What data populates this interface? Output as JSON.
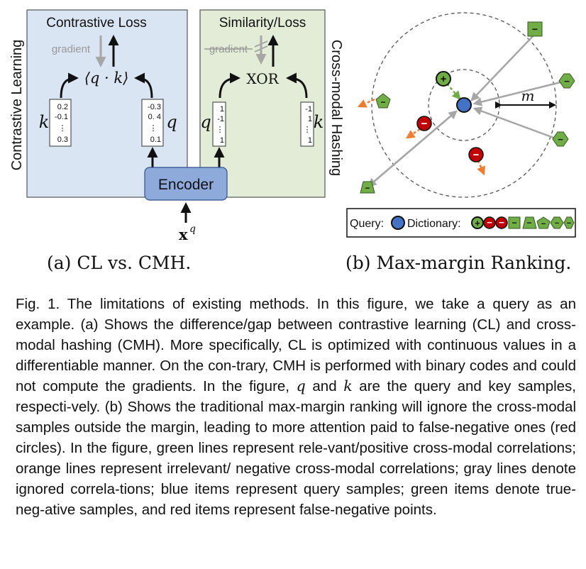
{
  "panel_a": {
    "left_box_title": "Contrastive Loss",
    "left_side_label": "Contrastive Learning",
    "gradient_label": "gradient",
    "dot_product": "⟨q · k⟩",
    "k_symbol": "k",
    "q_symbol": "q",
    "k_vector_left": [
      "0.2",
      "-0.1",
      "⋮",
      "0.3"
    ],
    "q_vector_left": [
      "-0.3",
      "0. 4",
      "⋮",
      "0.1"
    ],
    "right_box_title": "Similarity/Loss",
    "right_side_label": "Cross-modal Hashing",
    "gradient_label_struck": "gradient",
    "xor_label": "XOR",
    "q_vector_right": [
      "1",
      "-1",
      "⋮",
      "1"
    ],
    "k_vector_right": [
      "-1",
      "1",
      "⋮",
      "1"
    ],
    "encoder_label": "Encoder",
    "input_label": "x",
    "input_superscript": "q",
    "subcaption": "(a) CL vs. CMH."
  },
  "panel_b": {
    "margin_label": "m",
    "legend_query_label": "Query:",
    "legend_dictionary_label": "Dictionary:",
    "plus_sign": "+",
    "minus_sign": "−",
    "subcaption": "(b) Max-margin Ranking."
  },
  "colors": {
    "blue_panel": "#dae5f4",
    "green_panel": "#e2ecd6",
    "encoder": "#8eaadb",
    "query_blue": "#4472c4",
    "positive_green": "#70ad47",
    "false_negative_red": "#c00000",
    "negative_orange": "#ed7d31",
    "ignored_gray": "#a6a6a6"
  },
  "caption": {
    "p1": "Fig. 1. The limitations of existing methods. In this figure, we take a query as an example. (a) Shows the difference/gap between contrastive learning (CL) and cross-modal hashing (CMH). More specifically, CL is optimized with continuous values in a differentiable manner. On the con-trary, CMH is performed with binary codes and could not compute the gradients. In the figure, ",
    "q": "q",
    "p2": " and ",
    "k": "k",
    "p3": " are the query and key samples, respecti-vely. (b) Shows the traditional max-margin ranking will ignore the cross-modal samples outside the margin, leading to more attention paid to false-negative ones (red circles). In the figure, green lines represent rele-vant/positive cross-modal correlations; orange lines represent irrelevant/ negative cross-modal correlations; gray lines denote ignored correla-tions; blue items represent query samples; green items denote true-neg-ative samples, and red items represent false-negative points."
  }
}
